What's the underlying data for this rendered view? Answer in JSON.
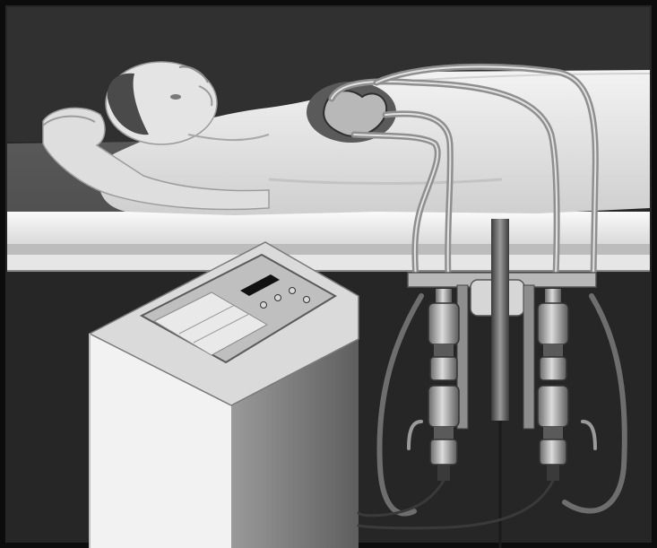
{
  "image": {
    "subject": "patient-on-table-with-biventricular-assist-device",
    "style": "grayscale-medical-illustration"
  },
  "colors": {
    "background_dark": "#2a2a2a",
    "border": "#111111",
    "skin_light": "#e9e9e9",
    "skin_shadow": "#bdbdbd",
    "table_top": "#f2f2f2",
    "table_edge": "#cfcfcf",
    "console_front": "#f4f4f4",
    "console_side": "#8d8d8d",
    "console_panel": "#c9c9c9",
    "display_dark": "#1a1a1a",
    "tubing": "#9a9a9a",
    "pump_metal": "#b0b0b0",
    "pump_dark": "#4a4a4a",
    "pole": "#6a6a6a"
  },
  "icons": {
    "console_indicators": [
      "indicator-light",
      "indicator-light",
      "indicator-light",
      "indicator-light"
    ]
  }
}
